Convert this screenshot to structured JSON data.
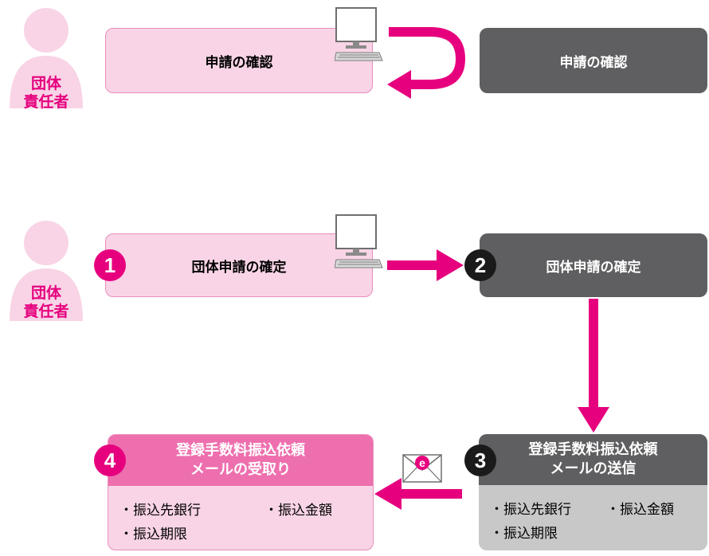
{
  "colors": {
    "accent": "#e6007e",
    "pink_box": "#f8d4e6",
    "pink_header": "#ee6fae",
    "dark_box": "#5f5f61",
    "gray_box": "#c8c8c9"
  },
  "top_section": {
    "person_role_line1": "団体",
    "person_role_line2": "責任者",
    "user_box_label": "申請の確認",
    "system_box_label": "申請の確認"
  },
  "bottom_section": {
    "person_role_line1": "団体",
    "person_role_line2": "責任者",
    "step1": {
      "number": "1",
      "label": "団体申請の確定"
    },
    "step2": {
      "number": "2",
      "label": "団体申請の確定"
    },
    "step3": {
      "number": "3",
      "title_line1": "登録手数料振込依頼",
      "title_line2": "メールの送信",
      "items": [
        "・振込先銀行",
        "・振込金額",
        "・振込期限"
      ]
    },
    "step4": {
      "number": "4",
      "title_line1": "登録手数料振込依頼",
      "title_line2": "メールの受取り",
      "items": [
        "・振込先銀行",
        "・振込金額",
        "・振込期限"
      ]
    },
    "mail_icon_letter": "e"
  }
}
